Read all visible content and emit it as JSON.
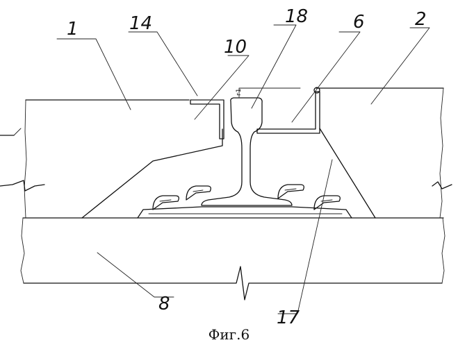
{
  "figure": {
    "caption": "Фиг.6"
  },
  "labels": {
    "slab_left": "1",
    "slab_right": "2",
    "gap_plate": "6",
    "base": "8",
    "insert_left": "10",
    "strip_left": "14",
    "anchor": "17",
    "rail": "18",
    "gap_mark": "г1"
  }
}
